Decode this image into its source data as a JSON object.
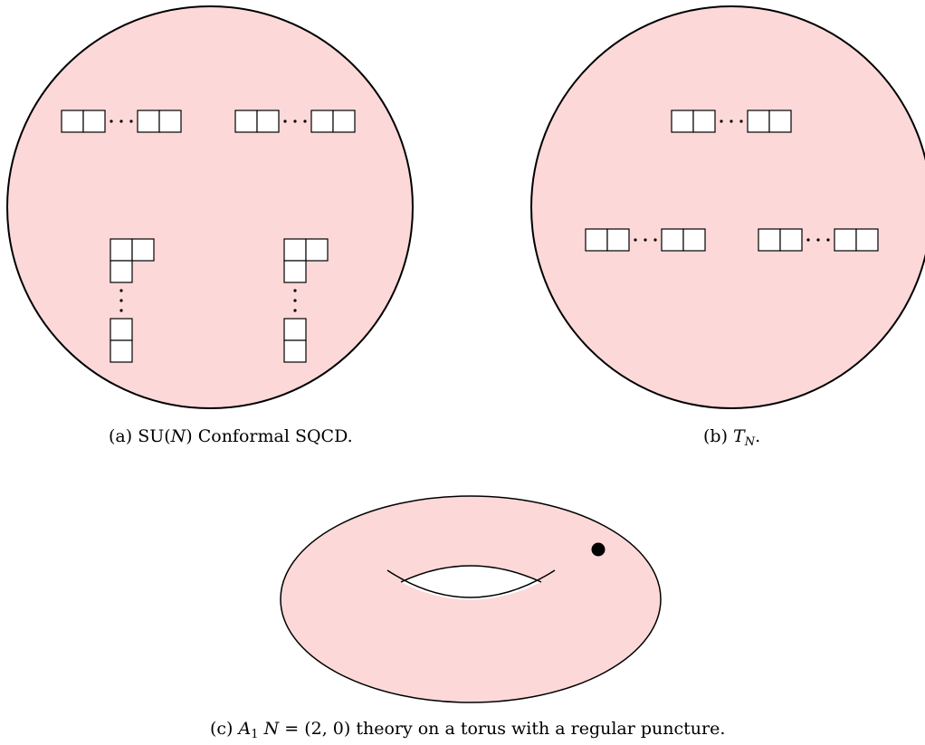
{
  "colors": {
    "fill": "#fdd8d8",
    "stroke": "#000000",
    "box_fill": "#ffffff"
  },
  "panel_a": {
    "caption_prefix": "(a) SU(",
    "caption_var": "N",
    "caption_suffix": ") Conformal SQCD."
  },
  "panel_b": {
    "caption_prefix": "(b) ",
    "caption_var": "T",
    "caption_sub": "N",
    "caption_suffix": "."
  },
  "panel_c": {
    "caption_prefix": "(c) ",
    "caption_var": "A",
    "caption_sub": "1",
    "caption_script": "N",
    "caption_middle": " = (2, 0) theory on a torus with a regular puncture."
  }
}
